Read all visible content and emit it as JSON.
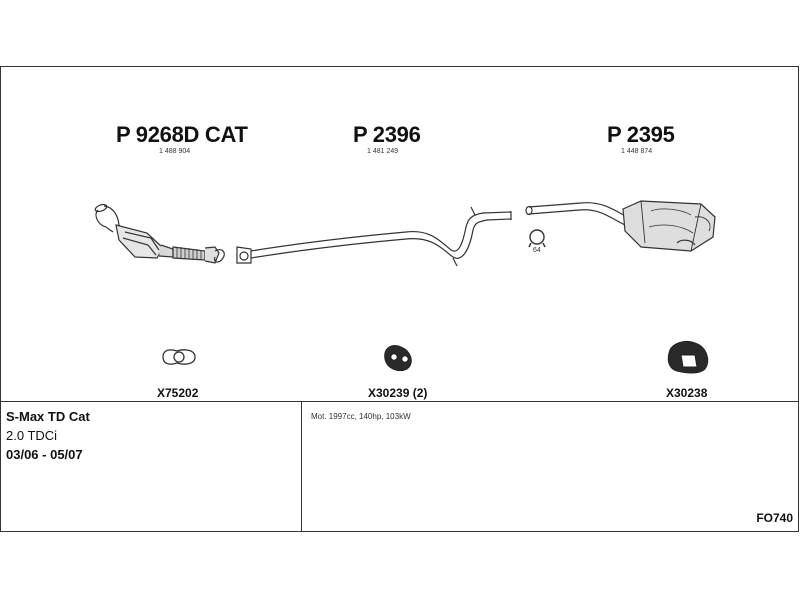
{
  "parts": [
    {
      "code": "P 9268D CAT",
      "number": "1 488 904"
    },
    {
      "code": "P 2396",
      "number": "1 481 249"
    },
    {
      "code": "P 2395",
      "number": "1 448 874"
    }
  ],
  "clamp_label": "64",
  "accessories": [
    {
      "label": "X75202",
      "icon": "gasket-icon"
    },
    {
      "label": "X30239 (2)",
      "icon": "rubber-hanger-icon"
    },
    {
      "label": "X30238",
      "icon": "rubber-mount-icon"
    }
  ],
  "vehicle": {
    "model": "S-Max TD Cat",
    "engine": "2.0 TDCi",
    "period": "03/06 - 05/07"
  },
  "motor_info": "Mot. 1997cc, 140hp, 103kW",
  "diagram_ref": "FO740"
}
